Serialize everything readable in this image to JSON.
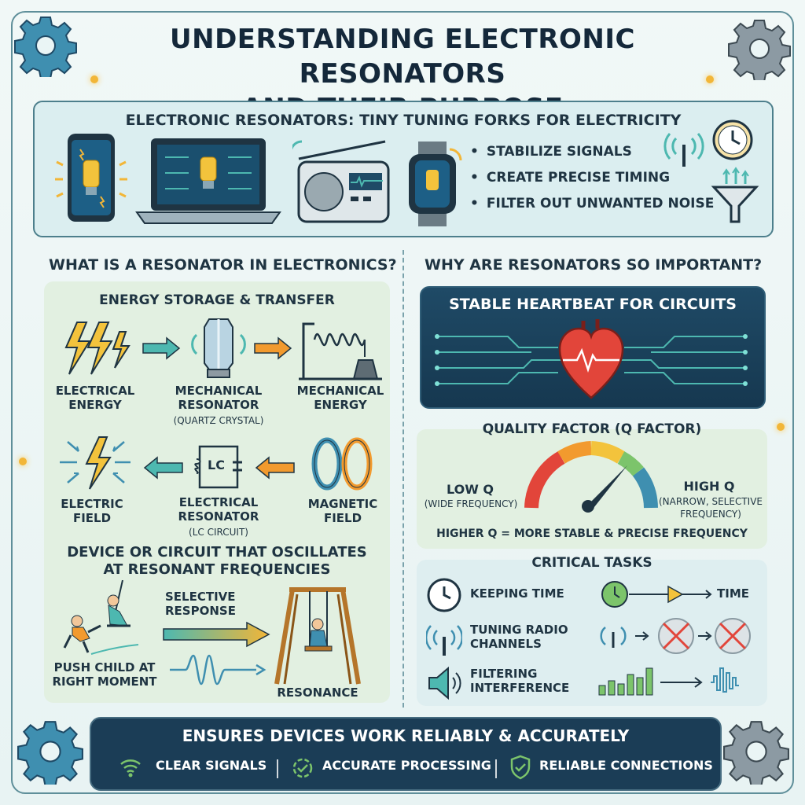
{
  "title": {
    "line1": "UNDERSTANDING ELECTRONIC RESONATORS",
    "line2": "AND THEIR PURPOSE"
  },
  "intro": {
    "heading": "ELECTRONIC RESONATORS: TINY TUNING FORKS FOR ELECTRICITY",
    "bullets": [
      "STABILIZE SIGNALS",
      "CREATE PRECISE TIMING",
      "FILTER OUT UNWANTED NOISE"
    ]
  },
  "left": {
    "title": "WHAT IS A RESONATOR IN ELECTRONICS?",
    "energy": {
      "title": "ENERGY STORAGE & TRANSFER",
      "electrical_energy": [
        "ELECTRICAL",
        "ENERGY"
      ],
      "mech_resonator": [
        "MECHANICAL",
        "RESONATOR"
      ],
      "mech_resonator_sub": "(QUARTZ CRYSTAL)",
      "mech_energy": [
        "MECHANICAL",
        "ENERGY"
      ],
      "electric_field": [
        "ELECTRIC",
        "FIELD"
      ],
      "elec_resonator": [
        "ELECTRICAL",
        "RESONATOR"
      ],
      "elec_resonator_sub": "(LC CIRCUIT)",
      "lc_label": "LC",
      "magnetic_field": [
        "MAGNETIC",
        "FIELD"
      ]
    },
    "oscillate": {
      "title": [
        "DEVICE OR CIRCUIT THAT OSCILLATES",
        "AT RESONANT FREQUENCIES"
      ],
      "selective": [
        "SELECTIVE",
        "RESPONSE"
      ],
      "push": [
        "PUSH CHILD AT",
        "RIGHT MOMENT"
      ],
      "resonance": "RESONANCE"
    }
  },
  "right": {
    "title": "WHY ARE RESONATORS SO IMPORTANT?",
    "heartbeat": "STABLE HEARTBEAT FOR CIRCUITS",
    "q": {
      "title": "QUALITY FACTOR (Q FACTOR)",
      "low": "LOW Q",
      "low_sub": "(WIDE FREQUENCY)",
      "high": "HIGH Q",
      "high_sub": [
        "(NARROW, SELECTIVE",
        "FREQUENCY)"
      ],
      "summary": "HIGHER Q = MORE STABLE & PRECISE FREQUENCY"
    },
    "tasks": {
      "title": "CRITICAL TASKS",
      "keeping": "KEEPING TIME",
      "time": "TIME",
      "tuning": [
        "TUNING RADIO",
        "CHANNELS"
      ],
      "filtering": [
        "FILTERING",
        "INTERFERENCE"
      ]
    }
  },
  "bottom": {
    "title": "ENSURES DEVICES WORK RELIABLY & ACCURATELY",
    "items": [
      "CLEAR SIGNALS",
      "ACCURATE PROCESSING",
      "RELIABLE CONNECTIONS"
    ]
  },
  "colors": {
    "navy": "#1b3d56",
    "accent_yellow": "#f2b638",
    "teal": "#4db8b0"
  }
}
